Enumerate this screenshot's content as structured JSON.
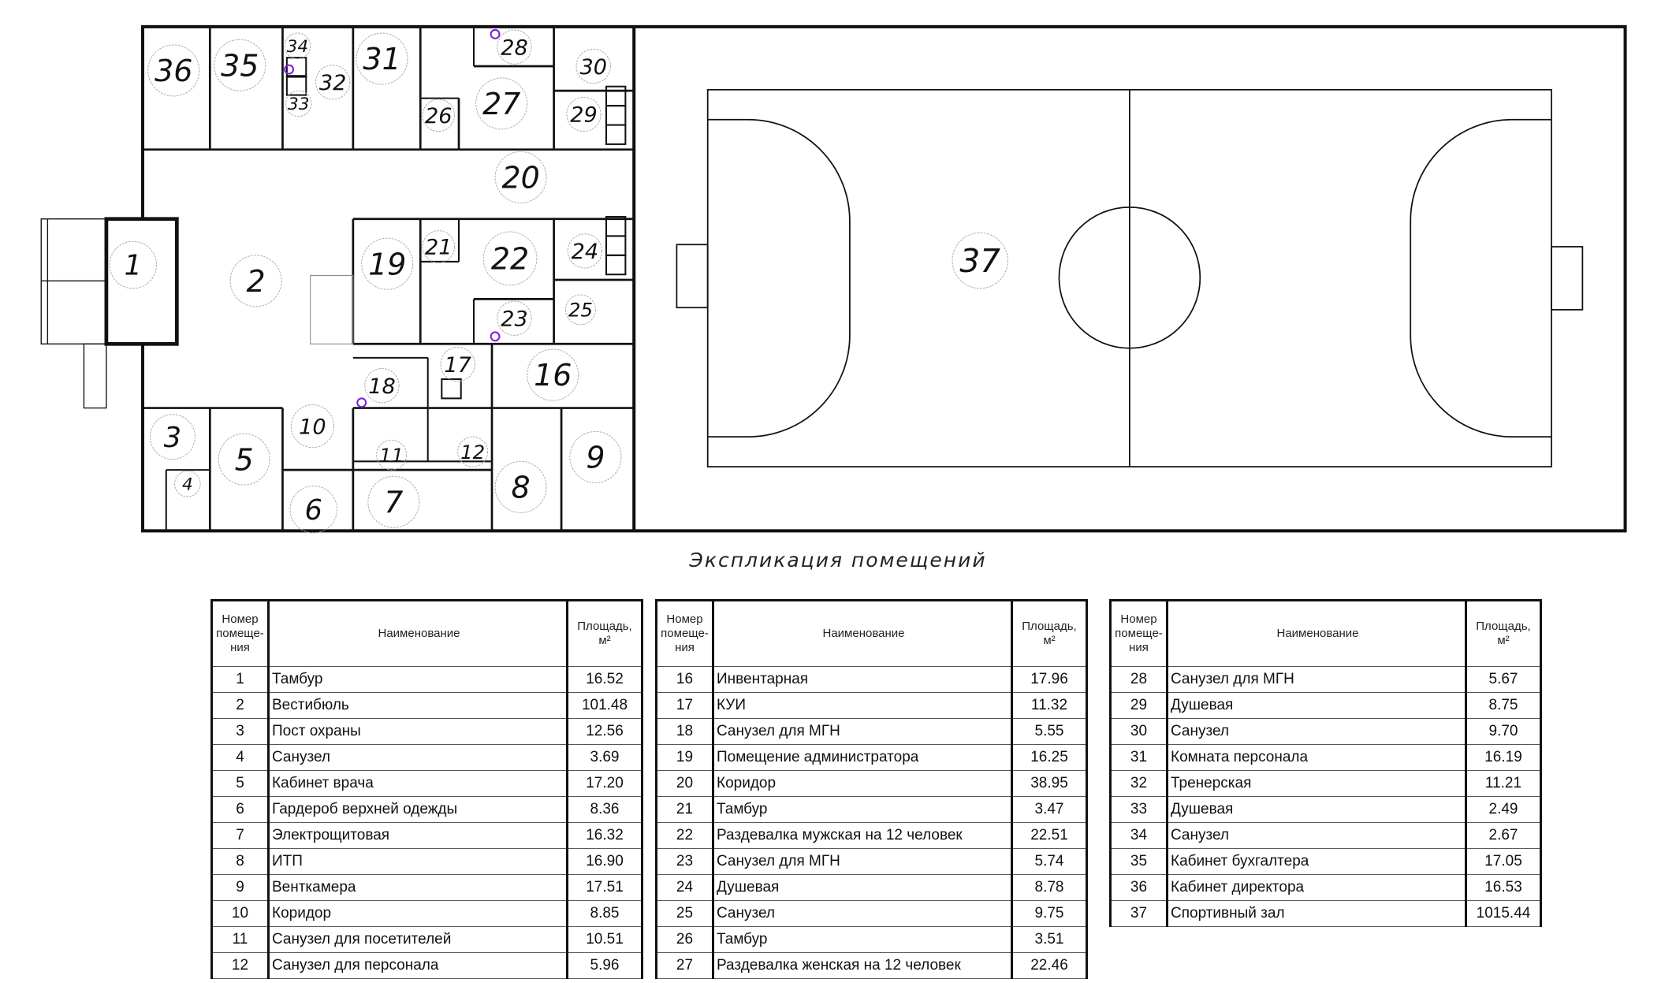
{
  "plan": {
    "room_labels": [
      "1",
      "2",
      "3",
      "4",
      "5",
      "6",
      "7",
      "8",
      "9",
      "10",
      "11",
      "12",
      "16",
      "17",
      "18",
      "19",
      "20",
      "21",
      "22",
      "23",
      "24",
      "25",
      "26",
      "27",
      "28",
      "29",
      "30",
      "31",
      "32",
      "33",
      "34",
      "35",
      "36",
      "37"
    ]
  },
  "caption": "Экспликация помещений",
  "table_headers": {
    "number": "Номер помеще-ния",
    "name": "Наименование",
    "area": "Площадь,",
    "area_unit": "м²"
  },
  "tables": [
    {
      "rows": [
        {
          "num": "1",
          "name": "Тамбур",
          "area": "16.52"
        },
        {
          "num": "2",
          "name": "Вестибюль",
          "area": "101.48"
        },
        {
          "num": "3",
          "name": "Пост охраны",
          "area": "12.56"
        },
        {
          "num": "4",
          "name": "Санузел",
          "area": "3.69"
        },
        {
          "num": "5",
          "name": "Кабинет врача",
          "area": "17.20"
        },
        {
          "num": "6",
          "name": "Гардероб верхней одежды",
          "area": "8.36"
        },
        {
          "num": "7",
          "name": "Электрощитовая",
          "area": "16.32"
        },
        {
          "num": "8",
          "name": "ИТП",
          "area": "16.90"
        },
        {
          "num": "9",
          "name": "Венткамера",
          "area": "17.51"
        },
        {
          "num": "10",
          "name": "Коридор",
          "area": "8.85"
        },
        {
          "num": "11",
          "name": "Санузел для посетителей",
          "area": "10.51"
        },
        {
          "num": "12",
          "name": "Санузел для персонала",
          "area": "5.96"
        }
      ]
    },
    {
      "rows": [
        {
          "num": "16",
          "name": "Инвентарная",
          "area": "17.96"
        },
        {
          "num": "17",
          "name": "КУИ",
          "area": "11.32"
        },
        {
          "num": "18",
          "name": "Санузел для МГН",
          "area": "5.55"
        },
        {
          "num": "19",
          "name": "Помещение администратора",
          "area": "16.25"
        },
        {
          "num": "20",
          "name": "Коридор",
          "area": "38.95"
        },
        {
          "num": "21",
          "name": "Тамбур",
          "area": "3.47"
        },
        {
          "num": "22",
          "name": "Раздевалка мужская на 12 человек",
          "area": "22.51"
        },
        {
          "num": "23",
          "name": "Санузел для МГН",
          "area": "5.74"
        },
        {
          "num": "24",
          "name": "Душевая",
          "area": "8.78"
        },
        {
          "num": "25",
          "name": "Санузел",
          "area": "9.75"
        },
        {
          "num": "26",
          "name": "Тамбур",
          "area": "3.51"
        },
        {
          "num": "27",
          "name": "Раздевалка женская на 12 человек",
          "area": "22.46"
        }
      ]
    },
    {
      "rows": [
        {
          "num": "28",
          "name": "Санузел для МГН",
          "area": "5.67"
        },
        {
          "num": "29",
          "name": "Душевая",
          "area": "8.75"
        },
        {
          "num": "30",
          "name": "Санузел",
          "area": "9.70"
        },
        {
          "num": "31",
          "name": "Комната персонала",
          "area": "16.19"
        },
        {
          "num": "32",
          "name": "Тренерская",
          "area": "11.21"
        },
        {
          "num": "33",
          "name": "Душевая",
          "area": "2.49"
        },
        {
          "num": "34",
          "name": "Санузел",
          "area": "2.67"
        },
        {
          "num": "35",
          "name": "Кабинет бухгалтера",
          "area": "17.05"
        },
        {
          "num": "36",
          "name": "Кабинет директора",
          "area": "16.53"
        },
        {
          "num": "37",
          "name": "Спортивный зал",
          "area": "1015.44"
        }
      ]
    }
  ],
  "colors": {
    "wall": "#111111",
    "fixture_accent": "#7a1fd6"
  }
}
